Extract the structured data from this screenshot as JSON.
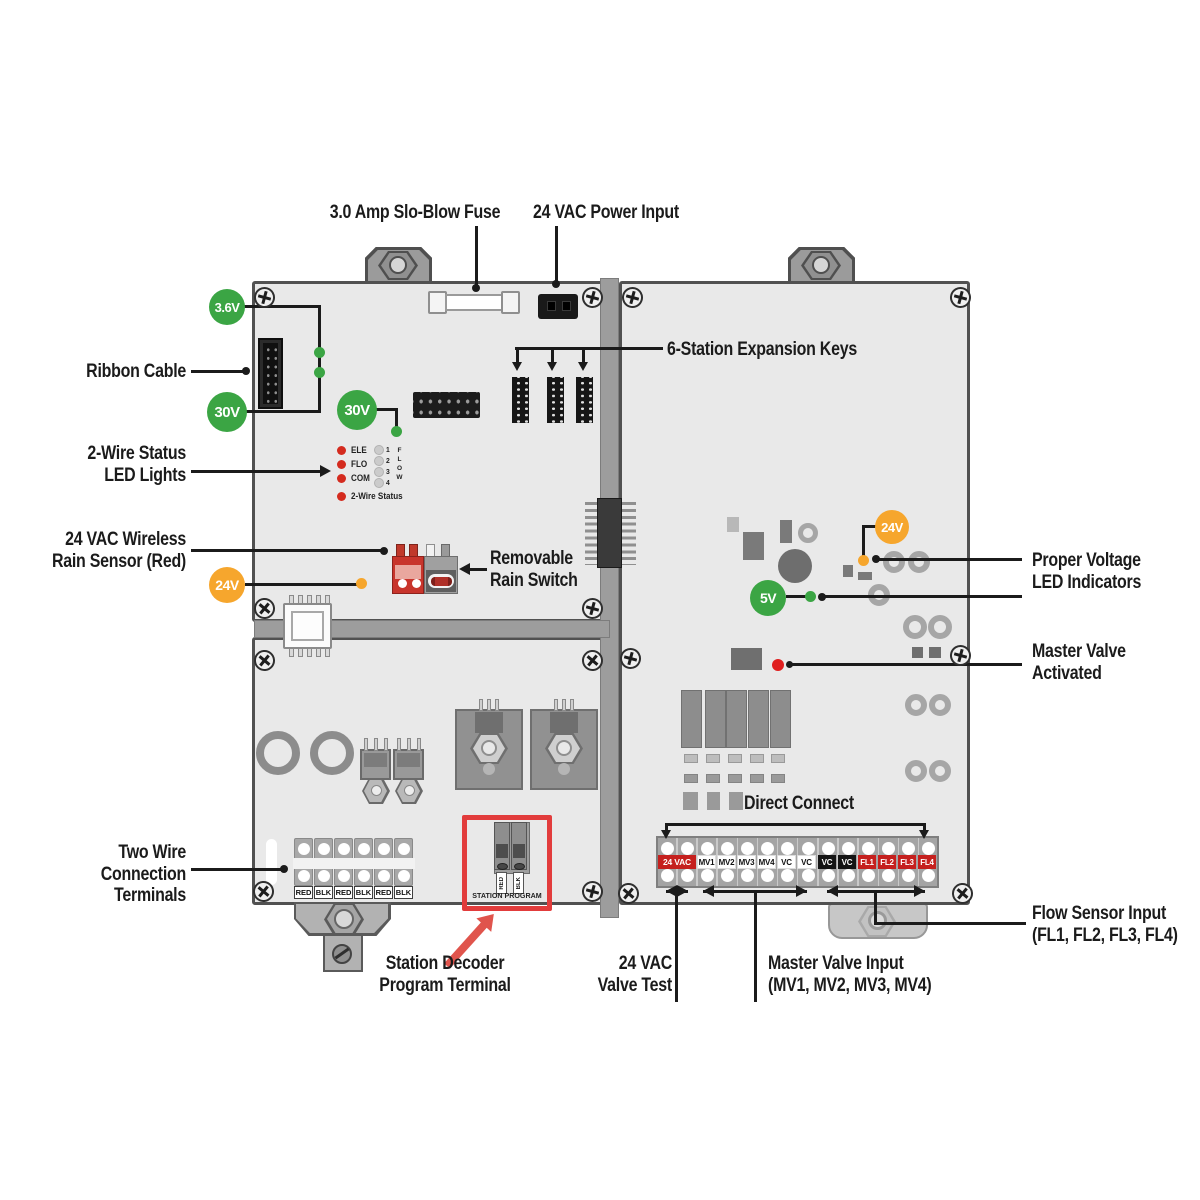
{
  "labels": {
    "fuse": "3.0 Amp Slo-Blow Fuse",
    "power_input": "24 VAC Power Input",
    "ribbon_cable": "Ribbon Cable",
    "expansion_keys": "6-Station Expansion Keys",
    "two_wire_status": "2-Wire Status\nLED Lights",
    "rain_sensor": "24 VAC Wireless\nRain Sensor (Red)",
    "rain_switch": "Removable\nRain Switch",
    "proper_voltage": "Proper Voltage\nLED Indicators",
    "master_valve_activated": "Master Valve\nActivated",
    "two_wire_terminals": "Two Wire\nConnection Terminals",
    "direct_connect": "Direct Connect",
    "station_decoder": "Station Decoder\nProgram Terminal",
    "valve_test": "24 VAC\nValve Test",
    "master_valve_input": "Master Valve Input\n(MV1, MV2, MV3, MV4)",
    "flow_sensor_input": "Flow Sensor Input\n(FL1, FL2, FL3, FL4)"
  },
  "badges": [
    {
      "label": "3.6V",
      "color": "#3ba544"
    },
    {
      "label": "30V",
      "color": "#3ba544"
    },
    {
      "label": "30V",
      "color": "#3ba544"
    },
    {
      "label": "24V",
      "color": "#f6a62d"
    },
    {
      "label": "5V",
      "color": "#3ba544"
    },
    {
      "label": "24V",
      "color": "#f6a62d"
    }
  ],
  "led_panel": {
    "red_leds": [
      "ELE",
      "FLO",
      "COM"
    ],
    "status_led": "2-Wire Status",
    "flow_channels": [
      "1",
      "2",
      "3",
      "4"
    ],
    "flow_label": "FLOW"
  },
  "terminal_strip": {
    "labels": [
      {
        "text": "24 VAC",
        "style": "red"
      },
      {
        "text": "MV1",
        "style": "white"
      },
      {
        "text": "MV2",
        "style": "white"
      },
      {
        "text": "MV3",
        "style": "white"
      },
      {
        "text": "MV4",
        "style": "white"
      },
      {
        "text": "VC",
        "style": "white"
      },
      {
        "text": "VC",
        "style": "white"
      },
      {
        "text": "VC",
        "style": "black"
      },
      {
        "text": "VC",
        "style": "black"
      },
      {
        "text": "FL1",
        "style": "red"
      },
      {
        "text": "FL2",
        "style": "red"
      },
      {
        "text": "FL3",
        "style": "red"
      },
      {
        "text": "FL4",
        "style": "red"
      }
    ]
  },
  "two_wire_block": {
    "labels": [
      "RED",
      "BLK",
      "RED",
      "BLK",
      "RED",
      "BLK"
    ]
  },
  "station_program": {
    "title": "STATION PROGRAM",
    "pins": [
      "RED",
      "BLK"
    ]
  },
  "colors": {
    "badge_green": "#3ba544",
    "badge_orange": "#f6a62d",
    "terminal_red": "#c5201e",
    "highlight_red": "#e23c3c",
    "led_red": "#d42b1e",
    "led_gray": "#cbcbcb",
    "board_gray": "#e9e9e9"
  }
}
